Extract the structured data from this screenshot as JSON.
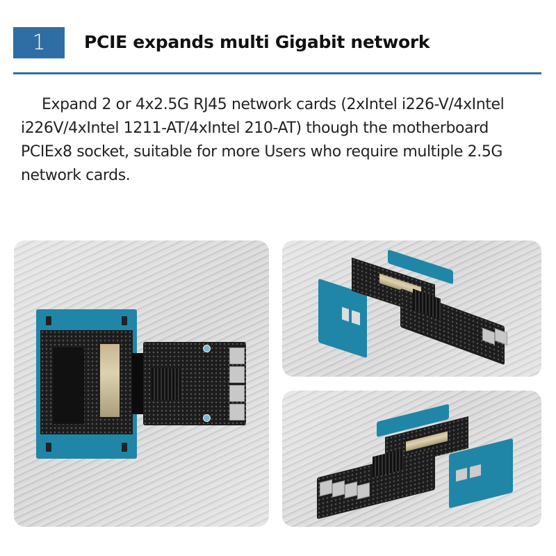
{
  "section": {
    "number": "1",
    "title": "PCIE expands multi Gigabit network",
    "description": "Expand 2 or 4x2.5G RJ45 network cards (2xIntel i226-V/4xIntel i226V/4xIntel 1211-AT/4xIntel 210-AT) though the motherboard PCIEx8 socket, suitable for more Users who require multiple 2.5G network cards."
  },
  "colors": {
    "accent": "#2f6ea4",
    "case_blue": "#1f86a8"
  },
  "images": [
    {
      "name": "top-view-4port-expansion-card",
      "description": "Top view of blue mini PC with 4-port RJ45 expansion card attached via PCIe"
    },
    {
      "name": "front-angle-2port-expansion-card",
      "description": "Angled view of mini PC front I/O with 2-port RJ45 expansion card"
    },
    {
      "name": "rear-angle-4port-expansion-card",
      "description": "Angled view of mini PC rear with 4-port RJ45 expansion card"
    }
  ]
}
